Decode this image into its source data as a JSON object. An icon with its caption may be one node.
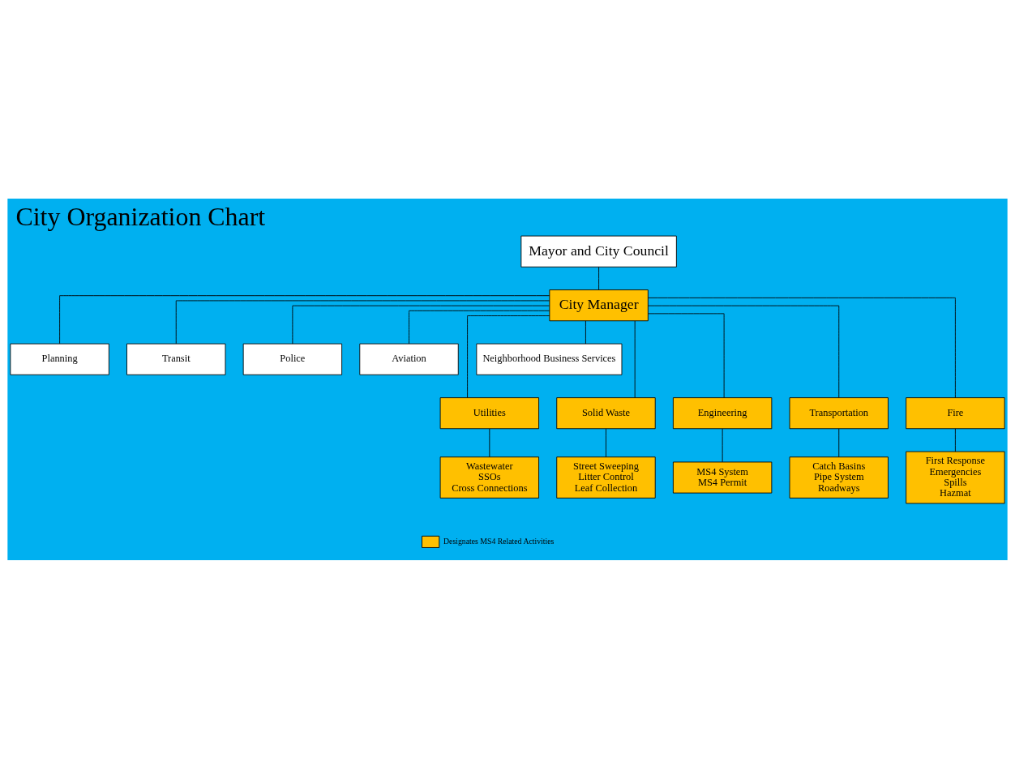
{
  "diagram": {
    "title": "City Organization Chart",
    "nodes": [
      {
        "text": [
          "Mayor and City Council"
        ]
      },
      {
        "text": [
          "City Manager"
        ]
      },
      {
        "text": [
          "Planning"
        ]
      },
      {
        "text": [
          "Transit"
        ]
      },
      {
        "text": [
          "Police"
        ]
      },
      {
        "text": [
          "Aviation"
        ]
      },
      {
        "text": [
          "Neighborhood Business Services"
        ]
      },
      {
        "text": [
          "Utilities"
        ]
      },
      {
        "text": [
          "Solid Waste"
        ]
      },
      {
        "text": [
          "Engineering"
        ]
      },
      {
        "text": [
          "Transportation"
        ]
      },
      {
        "text": [
          "Fire"
        ]
      },
      {
        "text": [
          "Wastewater",
          "SSOs",
          "Cross Connections"
        ]
      },
      {
        "text": [
          "Street Sweeping",
          "Litter Control",
          "Leaf Collection"
        ]
      },
      {
        "text": [
          "MS4 System",
          "MS4 Permit"
        ]
      },
      {
        "text": [
          "Catch Basins",
          "Pipe System",
          "Roadways"
        ]
      },
      {
        "text": [
          "First Response",
          "Emergencies",
          "Spills",
          "Hazmat"
        ]
      }
    ],
    "edges": [
      {
        "from": 0,
        "to": 1,
        "arrow": "none"
      },
      {
        "from": 1,
        "to": 2,
        "arrow": "none"
      },
      {
        "from": 1,
        "to": 3,
        "arrow": "none"
      },
      {
        "from": 1,
        "to": 4,
        "arrow": "none"
      },
      {
        "from": 1,
        "to": 5,
        "arrow": "none"
      },
      {
        "from": 1,
        "to": 6,
        "arrow": "none"
      },
      {
        "from": 1,
        "to": 7,
        "arrow": "none"
      },
      {
        "from": 1,
        "to": 8,
        "arrow": "none"
      },
      {
        "from": 1,
        "to": 9,
        "arrow": "none"
      },
      {
        "from": 1,
        "to": 10,
        "arrow": "none"
      },
      {
        "from": 1,
        "to": 11,
        "arrow": "none"
      },
      {
        "from": 7,
        "to": 12,
        "arrow": "none"
      },
      {
        "from": 8,
        "to": 13,
        "arrow": "none"
      },
      {
        "from": 9,
        "to": 14,
        "arrow": "none"
      },
      {
        "from": 10,
        "to": 15,
        "arrow": "none"
      },
      {
        "from": 11,
        "to": 16,
        "arrow": "none"
      }
    ],
    "legend": [
      {
        "text": "Designates MS4 Related Activities",
        "color": "#ffc000"
      }
    ]
  }
}
